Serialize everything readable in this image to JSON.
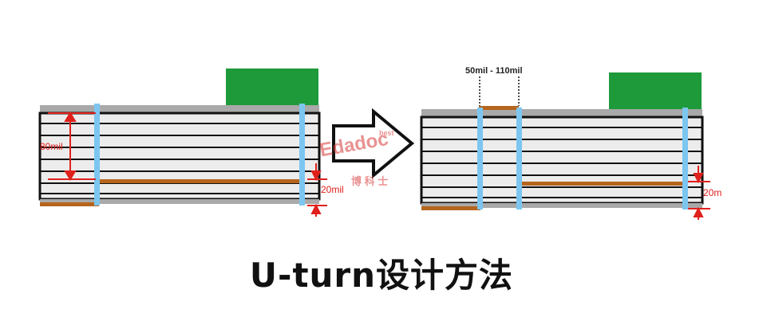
{
  "colors": {
    "outline": "#111111",
    "layer_fill": "#ececec",
    "copper_gray": "#a9a9a9",
    "trace_brown": "#b5651d",
    "via_blue": "#7cc6f0",
    "component_green": "#1e9a3a",
    "dimension_red": "#e0201c"
  },
  "left_diagram": {
    "thickness_label": "80mil",
    "stub_label": "20mil"
  },
  "arrow": {
    "watermark_text": "Edadoc",
    "watermark_sub": "best",
    "watermark_cn": "博 科 士"
  },
  "right_diagram": {
    "spacing_label": "50mil - 110mil",
    "stub_label": "20m"
  },
  "caption": "U-turn设计方法"
}
